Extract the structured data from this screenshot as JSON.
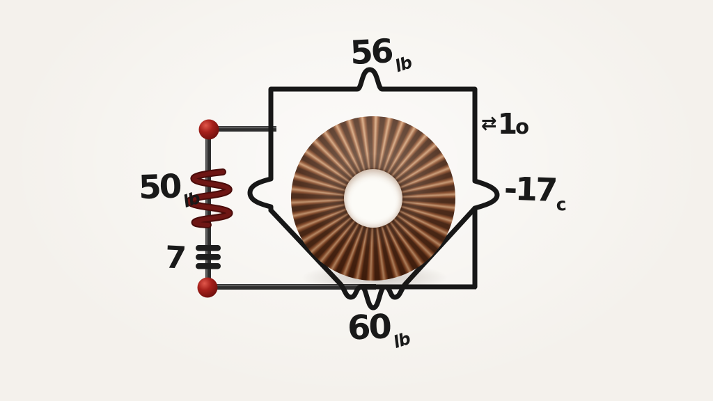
{
  "scene": {
    "description": "circuit-style illustration of a copper toroidal inductor inside a black wire loop with a maroon coil resistor branch",
    "background_color": "#f4f1ec",
    "line_color": "#171717",
    "wire_color": "#303030",
    "node_color": "#a6201b",
    "resistor_color": "#5f1210",
    "copper_light": "#d6a277",
    "copper_mid": "#8a4a26",
    "copper_dark": "#3f1d0c"
  },
  "labels": {
    "top_weight": {
      "main": "56",
      "sub": "lb"
    },
    "right_gap": {
      "arrow": "⇄",
      "main": "1",
      "sub": "o"
    },
    "right_temp": {
      "main": "-17",
      "sub": "c"
    },
    "left_weight": {
      "main": "50",
      "sub": "lb"
    },
    "left_count": {
      "main": "7"
    },
    "bottom_weight": {
      "main": "60",
      "sub": "lb"
    }
  },
  "components": {
    "toroid_inductor": "copper-wound toroid coil",
    "resistor_coil": "maroon spring coil",
    "band_count": 3,
    "node_count": 2
  }
}
